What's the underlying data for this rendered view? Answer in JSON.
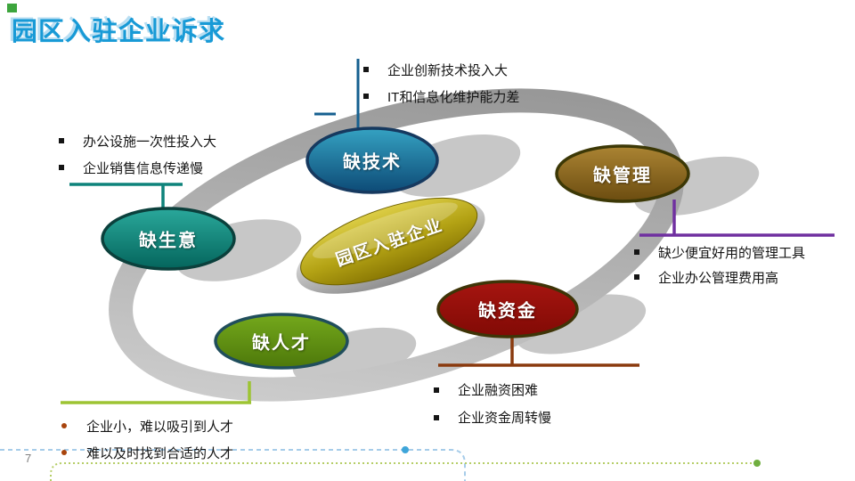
{
  "slide": {
    "title": "园区入驻企业诉求",
    "page_number": "7"
  },
  "diagram": {
    "center": {
      "label": "园区入驻企业"
    },
    "nodes": {
      "tech": {
        "label": "缺技术"
      },
      "business": {
        "label": "缺生意"
      },
      "management": {
        "label": "缺管理"
      },
      "funding": {
        "label": "缺资金"
      },
      "talent": {
        "label": "缺人才"
      }
    },
    "bullets": {
      "tech": {
        "items": [
          "企业创新技术投入大",
          "IT和信息化维护能力差"
        ]
      },
      "business": {
        "items": [
          "办公设施一次性投入大",
          "企业销售信息传递慢"
        ]
      },
      "management": {
        "items": [
          "缺少便宜好用的管理工具",
          "企业办公管理费用高"
        ]
      },
      "funding": {
        "items": [
          "企业融资困难",
          "企业资金周转慢"
        ]
      },
      "talent": {
        "items": [
          "企业小，难以吸引到人才",
          "难以及时找到合适的人才"
        ]
      }
    }
  },
  "colors": {
    "title": "#189ad6",
    "node_tech": "#1473a5",
    "node_business": "#0c8277",
    "node_management": "#8a6620",
    "node_funding": "#94100a",
    "node_talent": "#5f9112",
    "center_gold": "#b3a214",
    "ring_gray": "#a8a8a8",
    "connector_tech": "#166090",
    "connector_business": "#0e837b",
    "connector_management": "#7030a0",
    "connector_funding": "#8a3a0e",
    "connector_talent": "#9dc433",
    "footer_blue_line": "#a6cce9",
    "footer_blue_dot": "#3ea5d9",
    "footer_green_line": "#b5cd66",
    "footer_green_dot": "#6fae3e"
  }
}
